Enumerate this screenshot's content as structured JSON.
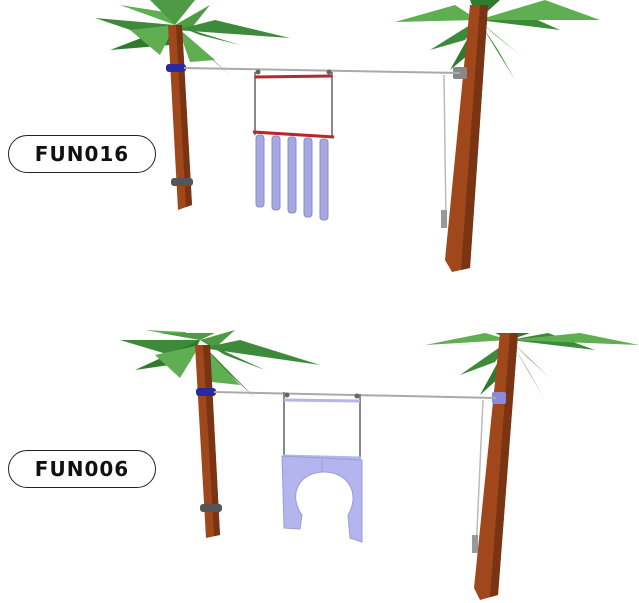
{
  "products": [
    {
      "code": "FUN016",
      "variant": "chime-tubes",
      "accessory_color": "#a8a8e0"
    },
    {
      "code": "FUN006",
      "variant": "keyhole-panel",
      "accessory_color": "#b4b4ee"
    }
  ],
  "colors": {
    "trunk": "#a0471c",
    "trunk_dark": "#7a3413",
    "foliage": "#3c8a3a",
    "foliage_light": "#5fae52",
    "rail_red": "#b8262e",
    "clamp_blue": "#2a2aa0"
  }
}
